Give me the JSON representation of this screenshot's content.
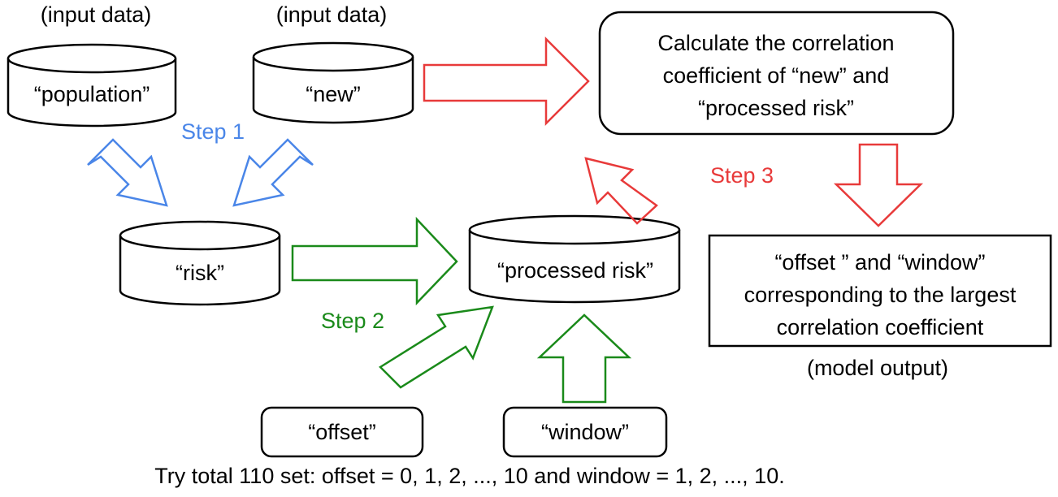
{
  "inputs": {
    "population": {
      "tag": "(input data)",
      "label": "“population”"
    },
    "new": {
      "tag": "(input data)",
      "label": "“new”"
    }
  },
  "risk": {
    "label": "“risk”"
  },
  "processed_risk": {
    "label": "“processed risk”"
  },
  "offset_box": {
    "label": "“offset”"
  },
  "window_box": {
    "label": "“window”"
  },
  "calc_box": {
    "lines": [
      "Calculate the correlation",
      "coefficient of “new” and",
      "“processed risk”"
    ]
  },
  "output_box": {
    "lines": [
      "“offset ” and “window”",
      "corresponding to the largest",
      "correlation coefficient"
    ],
    "tag": "(model output)"
  },
  "steps": {
    "step1": {
      "label": "Step 1",
      "color": "#4a86e8"
    },
    "step2": {
      "label": "Step 2",
      "color": "#1a8a1a"
    },
    "step3": {
      "label": "Step 3",
      "color": "#e83a3a"
    }
  },
  "footer": "Try total 110 set: offset = 0, 1, 2, ..., 10 and window = 1, 2, ..., 10."
}
